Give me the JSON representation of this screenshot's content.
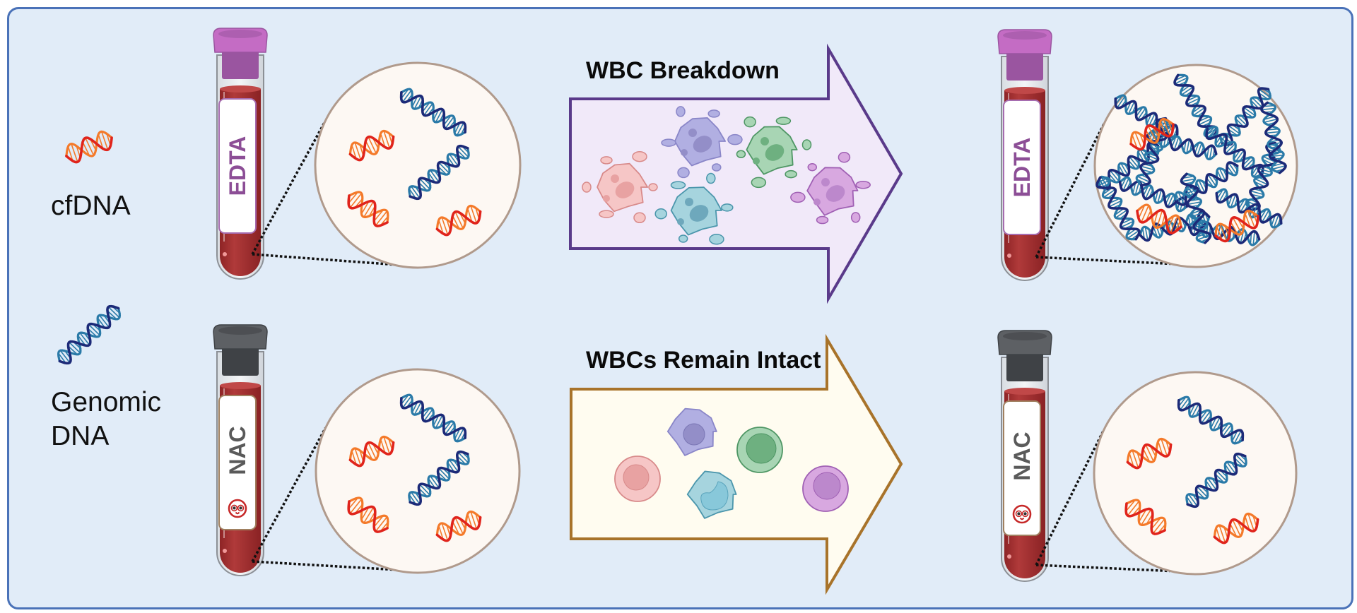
{
  "legend": {
    "items": [
      {
        "label_lines": [
          "cfDNA"
        ],
        "icon": "dna-short-red-icon"
      },
      {
        "label_lines": [
          "Genomic",
          "DNA"
        ],
        "icon": "dna-long-blue-icon"
      }
    ]
  },
  "rows": [
    {
      "tube_label": "EDTA",
      "tube_cap_color": "#c46cc4",
      "tube_label_color": "#8c4e96",
      "arrow_title": "WBC Breakdown",
      "arrow_stroke": "#5a3a8a",
      "arrow_fill": "#f1e9f9",
      "wbc_state": "lysed",
      "result_tube_label": "EDTA",
      "result_dna": "cfDNA plus abundant genomic DNA"
    },
    {
      "tube_label": "NAC",
      "tube_cap_color": "#5d6064",
      "tube_label_color": "#5a5a5a",
      "arrow_title": "WBCs Remain Intact",
      "arrow_stroke": "#a8732a",
      "arrow_fill": "#fffcf0",
      "wbc_state": "intact",
      "result_tube_label": "NAC",
      "result_dna": "cfDNA and genomic DNA unchanged"
    }
  ],
  "colors": {
    "background": "#e1ecf8",
    "frame_border": "#4a72b8",
    "blood": "#a63234",
    "magnifier_fill": "#fdf8f3",
    "magnifier_stroke": "#b09a8c",
    "cfdna_red": "#e0241c",
    "cfdna_orange": "#f47a2a",
    "gdna_navy": "#1c2a78",
    "gdna_teal": "#2a7aa8",
    "nac_logo": "#c62828"
  }
}
